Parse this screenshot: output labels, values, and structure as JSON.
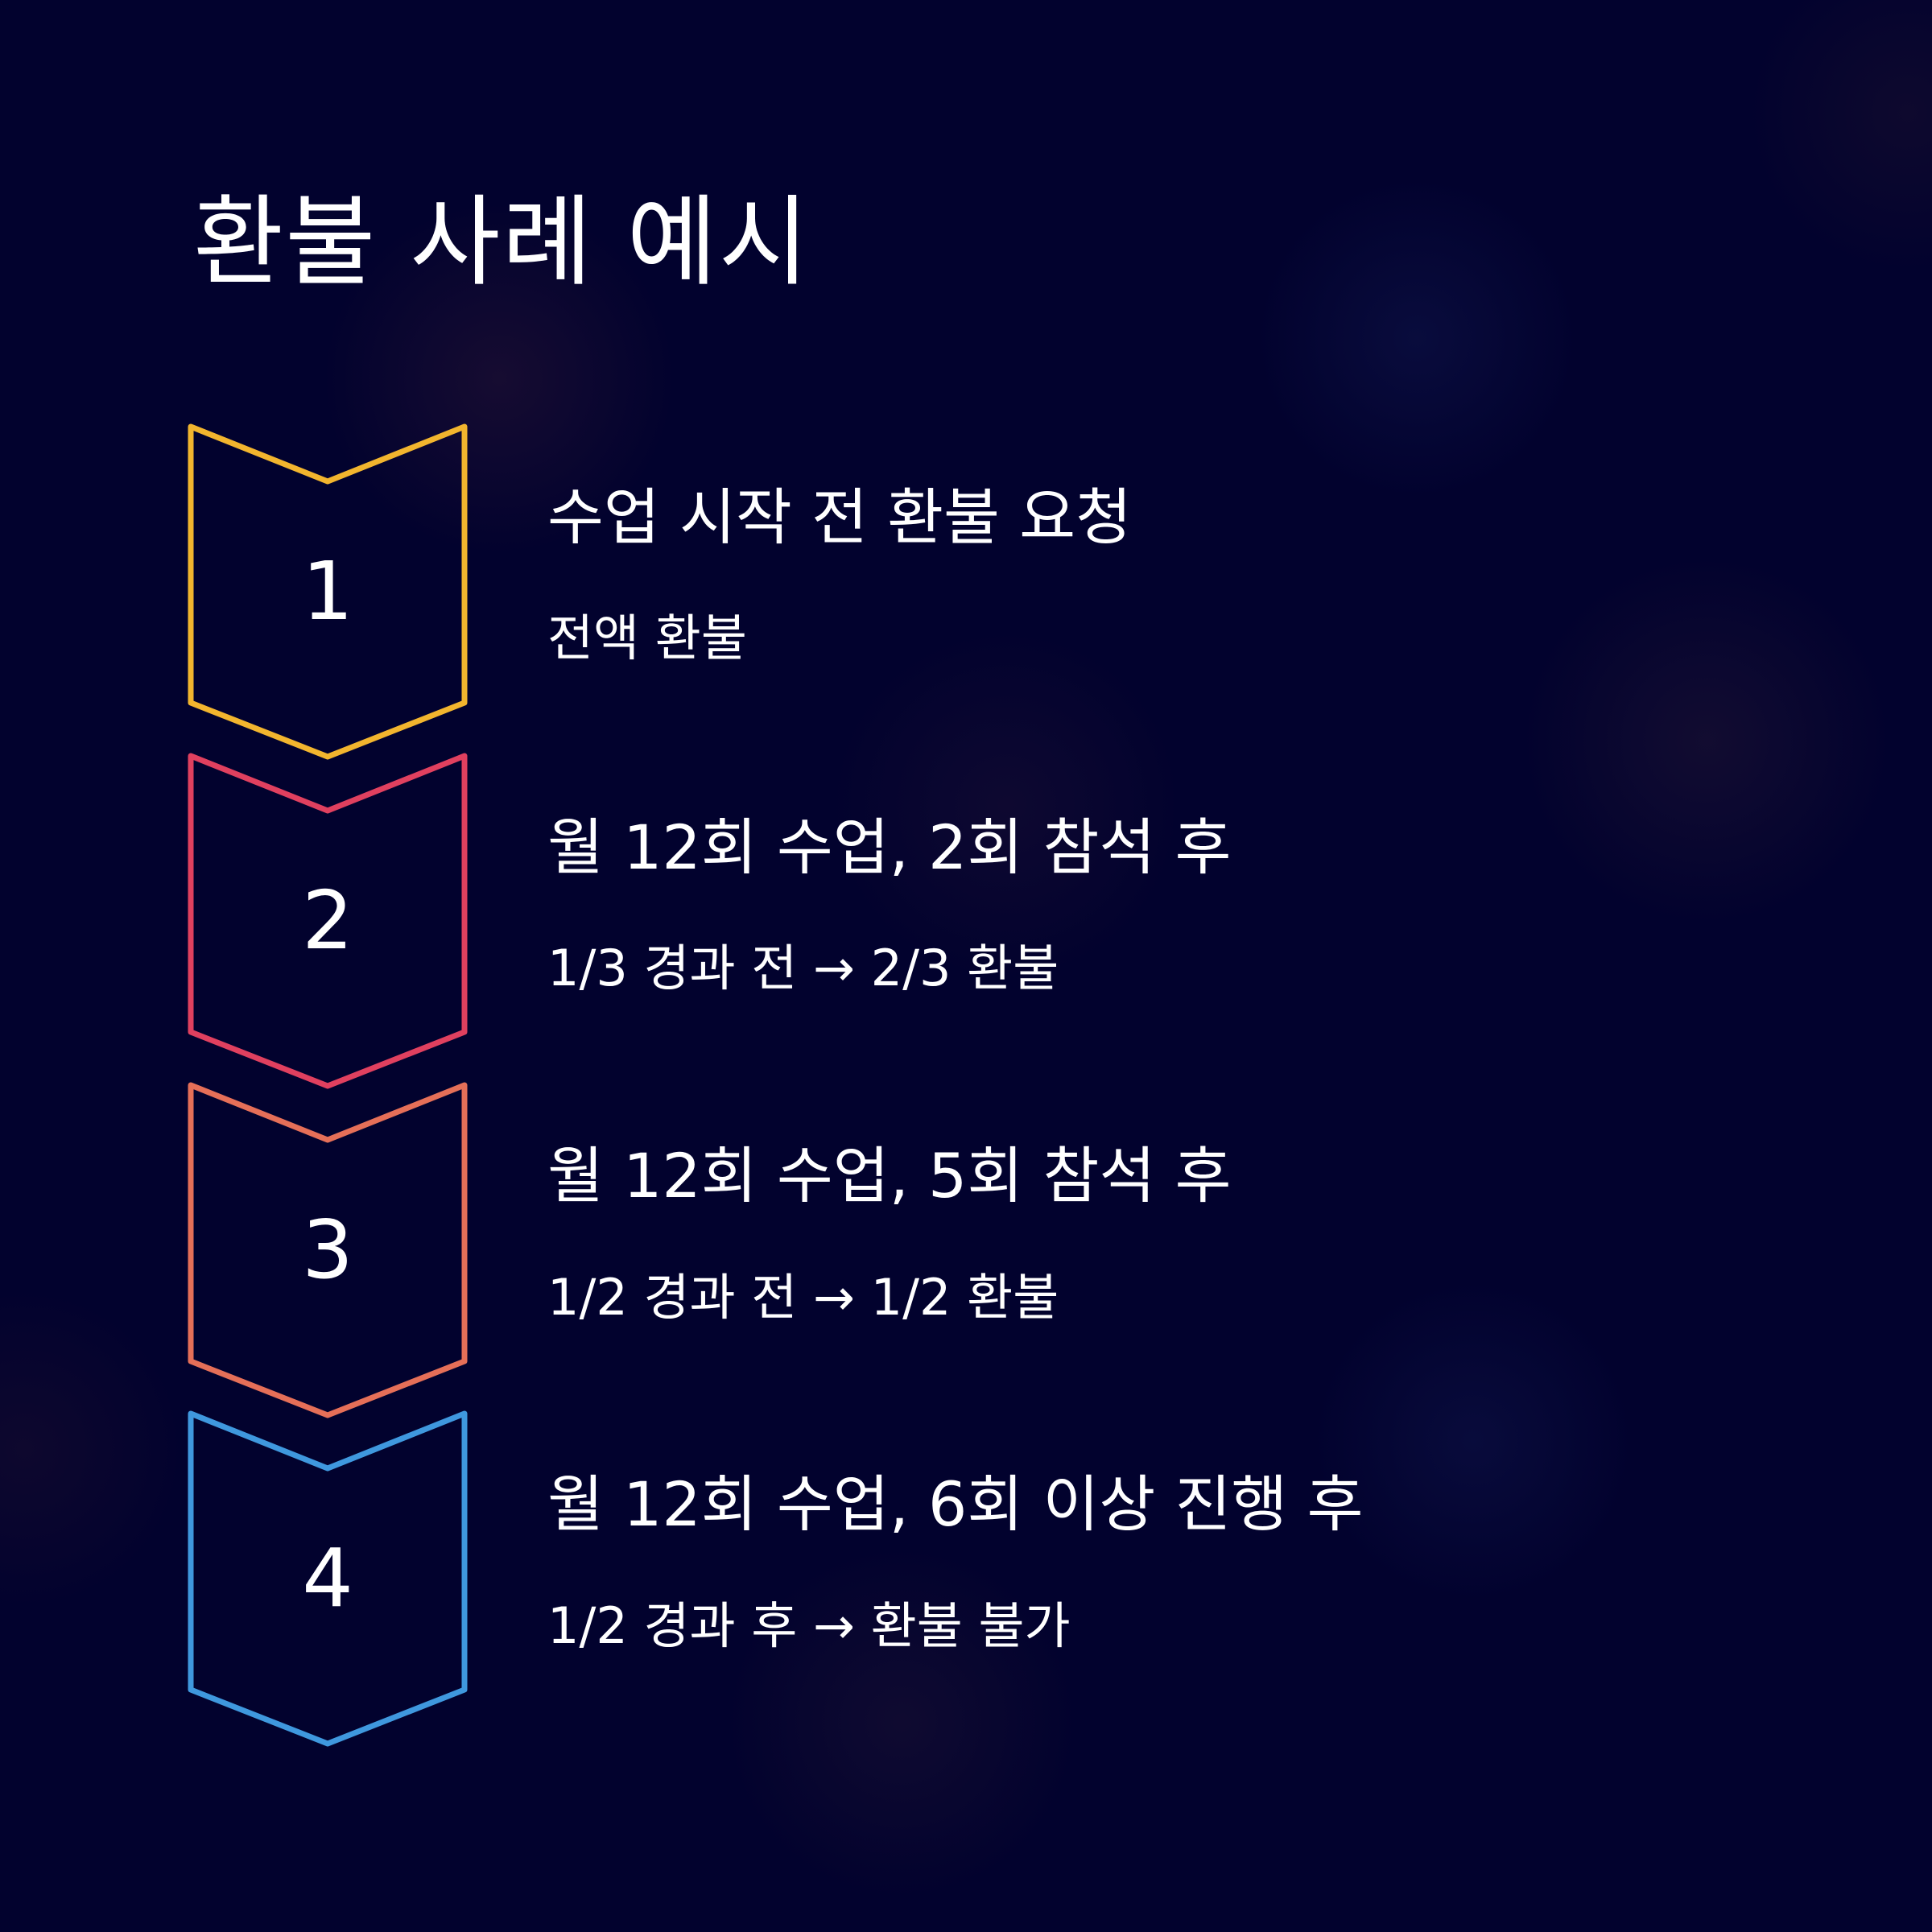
{
  "title": "환불 사례 예시",
  "steps": [
    {
      "number": "1",
      "title": "수업 시작 전 환불 요청",
      "description": "전액 환불",
      "color": "#f2b52e"
    },
    {
      "number": "2",
      "title": "월 12회 수업, 2회 참석 후",
      "description": "1/3 경과 전 → 2/3 환불",
      "color": "#e0405f"
    },
    {
      "number": "3",
      "title": "월 12회 수업, 5회 참석 후",
      "description": "1/2 경과 전 → 1/2 환불",
      "color": "#e56f58"
    },
    {
      "number": "4",
      "title": "월 12회 수업, 6회 이상 진행 후",
      "description": "1/2 경과 후 → 환불 불가",
      "color": "#3f98de"
    }
  ]
}
